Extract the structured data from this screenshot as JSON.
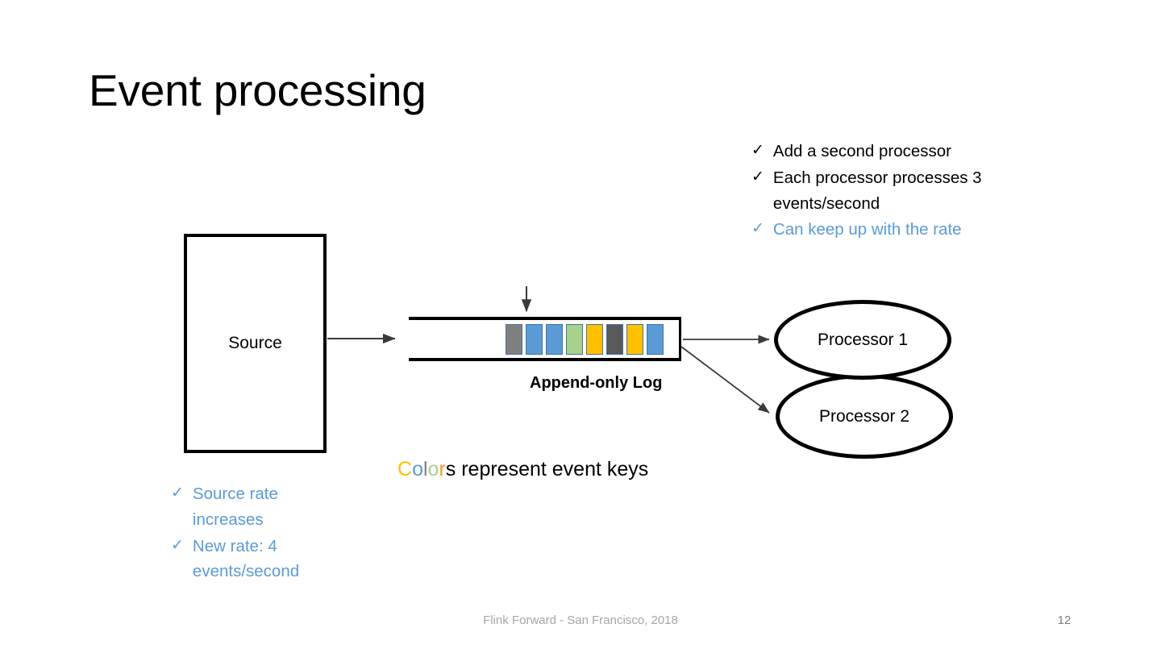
{
  "slide": {
    "title": "Event processing",
    "footer": "Flink Forward - San Francisco, 2018",
    "page_number": "12",
    "background": "#ffffff"
  },
  "colors": {
    "accent_blue": "#5B9BD5",
    "amber": "#FFC000",
    "green": "#A9D18E",
    "gray": "#7F7F7F",
    "dark_gray": "#595959",
    "orange": "#ED9B33",
    "text_black": "#000000",
    "footer_gray": "#A6A6A6",
    "event_outline": "#4472A8"
  },
  "bullets_right": {
    "items": [
      {
        "check": "✓",
        "text": "Add a second processor",
        "tone": "tone-dark"
      },
      {
        "check": "✓",
        "text": "Each processor processes 3 events/second",
        "tone": "tone-dark"
      },
      {
        "check": "✓",
        "text": "Can keep up with the rate",
        "tone": "tone-blue"
      }
    ]
  },
  "bullets_left": {
    "items": [
      {
        "check": "✓",
        "text": "Source rate increases",
        "tone": "tone-blue"
      },
      {
        "check": "✓",
        "text": "New rate: 4 events/second",
        "tone": "tone-blue"
      }
    ]
  },
  "diagram": {
    "source_label": "Source",
    "log_caption": "Append-only Log",
    "processors": [
      {
        "label": "Processor 1"
      },
      {
        "label": "Processor 2"
      }
    ],
    "event_blocks": [
      {
        "key": "gray",
        "color": "#7F7F7F"
      },
      {
        "key": "blue",
        "color": "#5B9BD5"
      },
      {
        "key": "blue",
        "color": "#5B9BD5"
      },
      {
        "key": "green",
        "color": "#A9D18E"
      },
      {
        "key": "amber",
        "color": "#FFC000"
      },
      {
        "key": "dark-gray",
        "color": "#595959"
      },
      {
        "key": "amber",
        "color": "#FFC000"
      },
      {
        "key": "blue",
        "color": "#5B9BD5"
      }
    ]
  },
  "colors_caption": {
    "parts": [
      {
        "text": "C",
        "class": "ck-c"
      },
      {
        "text": "o",
        "class": "ck-o1"
      },
      {
        "text": "l",
        "class": "ck-l"
      },
      {
        "text": "o",
        "class": "ck-o2"
      },
      {
        "text": "r",
        "class": "ck-r"
      },
      {
        "text": "s represent event keys",
        "class": "ck-rest"
      }
    ]
  }
}
